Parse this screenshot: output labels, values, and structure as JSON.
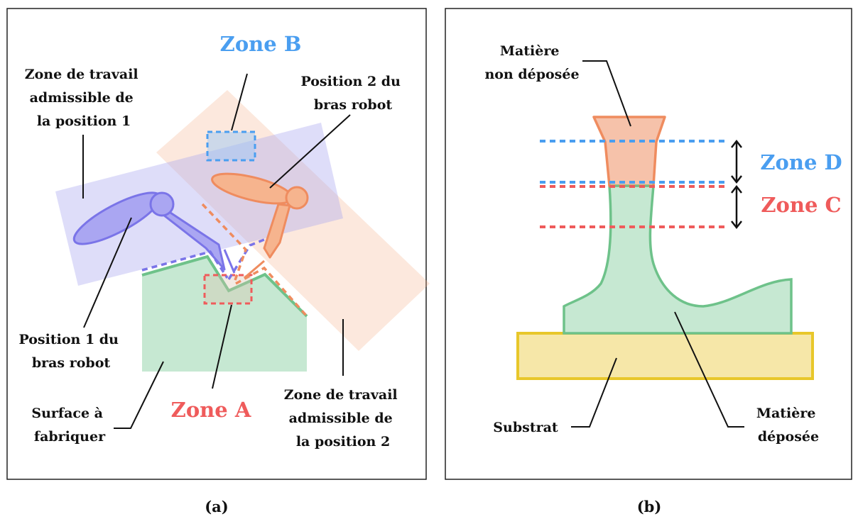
{
  "panel_a": {
    "caption": "(a)",
    "zone_a": "Zone A",
    "zone_b": "Zone B",
    "workzone_1": [
      "Zone de travail",
      "admissible de",
      "la position 1"
    ],
    "robot_2": [
      "Position 2 du",
      "bras robot"
    ],
    "robot_1": [
      "Position 1 du",
      "bras robot"
    ],
    "surface": [
      "Surface à",
      "fabriquer"
    ],
    "workzone_2": [
      "Zone de travail",
      "admissible de",
      "la position 2"
    ]
  },
  "panel_b": {
    "caption": "(b)",
    "zone_c": "Zone C",
    "zone_d": "Zone D",
    "not_deposited": [
      "Matière",
      "non déposée"
    ],
    "substrate": "Substrat",
    "deposited": [
      "Matière",
      "déposée"
    ]
  },
  "colors": {
    "blue": "#4a9ef0",
    "red": "#ef5b5b",
    "orange": "#ef8c5f",
    "green": "#6ec28a",
    "purple": "#7a74e8",
    "yellow": "#e8c72a"
  }
}
